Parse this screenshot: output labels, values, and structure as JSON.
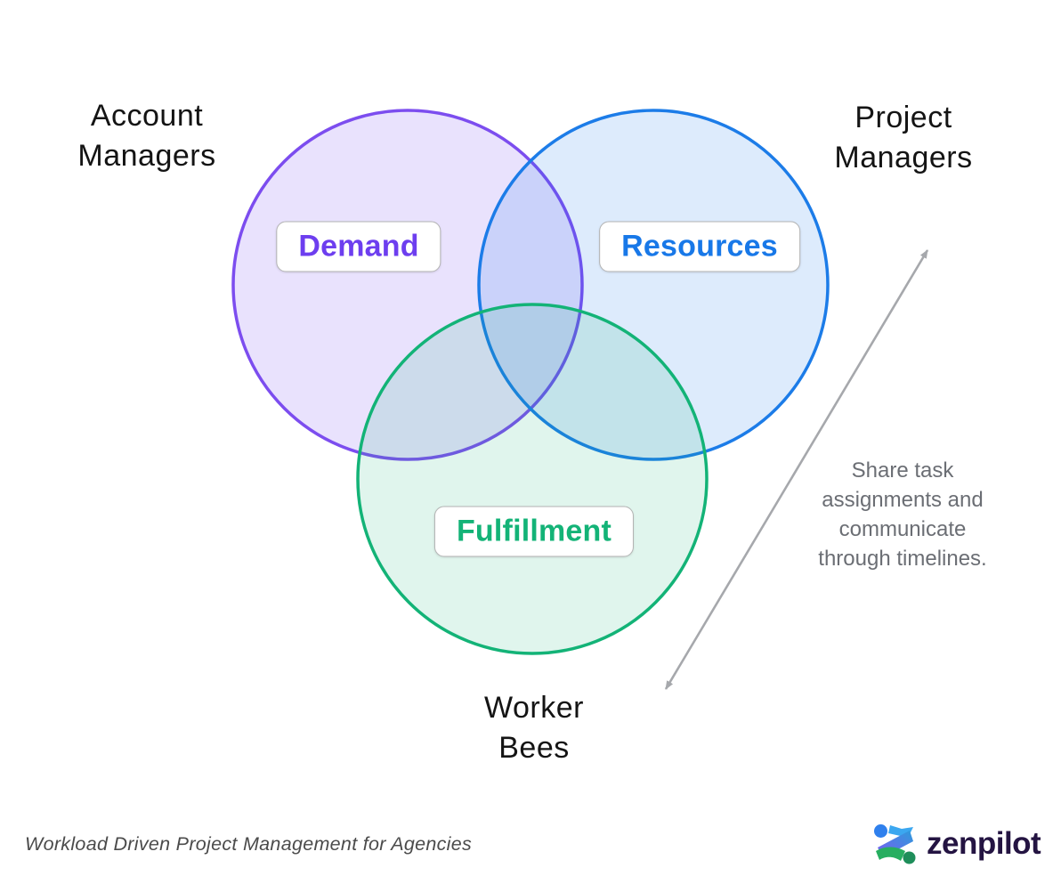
{
  "venn": {
    "sets": [
      {
        "id": "demand",
        "chip_label": "Demand",
        "color": "#6D3EEF",
        "stroke": "#7C4DEF",
        "owner": {
          "line1": "Account",
          "line2": "Managers"
        }
      },
      {
        "id": "resources",
        "chip_label": "Resources",
        "color": "#1878E8",
        "stroke": "#1C7CE8",
        "owner": {
          "line1": "Project",
          "line2": "Managers"
        }
      },
      {
        "id": "fulfillment",
        "chip_label": "Fulfillment",
        "color": "#13B377",
        "stroke": "#13B377",
        "owner": {
          "line1": "Worker",
          "line2": "Bees"
        }
      }
    ]
  },
  "annotation": {
    "full_text": "Share task assignments and communicate through timelines.",
    "lines": [
      "Share task",
      "assignments and",
      "communicate",
      "through timelines."
    ],
    "arrow_color": "#a6a8ac",
    "arrow_icon": "double-headed-diagonal-arrow"
  },
  "footer": {
    "tagline": "Workload Driven Project Management for Agencies",
    "brand_name": "zenpilot",
    "brand_wordmark_color": "#241442",
    "logo_icon": "zenpilot-logo-mark"
  }
}
